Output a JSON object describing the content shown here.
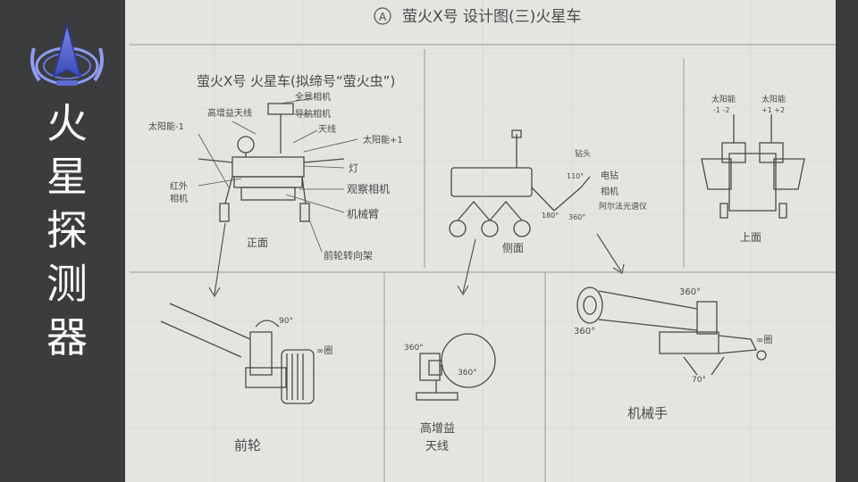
{
  "sidebar": {
    "title_chars": [
      "火",
      "星",
      "探",
      "测",
      "器"
    ]
  },
  "sheet": {
    "page_title": "萤火X号 设计图(三)火星车",
    "main_title": "萤火X号 火星车(拟缔号“萤火虫”)",
    "front_labels": {
      "pano_camera": "全景相机",
      "high_gain_antenna": "高增益天线",
      "nav_camera": "导航相机",
      "antenna": "天线",
      "solar_wing_left": "太阳能-1",
      "solar_wing_right": "太阳能+1",
      "light": "灯",
      "infrared_camera_1": "红外",
      "infrared_camera_2": "相机",
      "observation_camera": "观察相机",
      "robotic_arm": "机械臂",
      "front_wheel_turn": "前轮转向架",
      "front_view": "正面"
    },
    "side_labels": {
      "drill": "钻头",
      "electric_drill": "电钻",
      "camera": "相机",
      "spectrometer": "阿尔法光谱仪",
      "angle_1": "110°",
      "angle_2": "360°",
      "angle_3": "180°",
      "side_view": "侧面"
    },
    "top_labels": {
      "solar_left": "太阳能",
      "solar_left_sub": "-1  -2",
      "solar_right": "太阳能",
      "solar_right_sub": "+1  +2",
      "top_view": "上面"
    },
    "details": {
      "wheel_angle": "90°",
      "wheel_ring": "∞圈",
      "front_wheel": "前轮",
      "antenna_angle_1": "360°",
      "antenna_angle_2": "360°",
      "antenna_name_1": "高增益",
      "antenna_name_2": "天线",
      "arm_angle_1": "360°",
      "arm_angle_2": "360°",
      "arm_angle_3": "70°",
      "arm_ring": "∞圈",
      "robot_hand": "机械手"
    }
  }
}
